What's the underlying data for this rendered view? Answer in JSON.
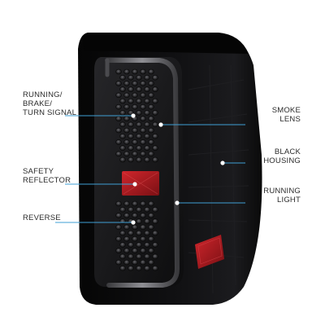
{
  "image": {
    "subject": "tail-light-product-photo"
  },
  "callouts": {
    "running_brake_turn": [
      "RUNNING/",
      "BRAKE/",
      "TURN SIGNAL"
    ],
    "smoke_lens": [
      "SMOKE",
      "LENS"
    ],
    "black_housing": [
      "BLACK",
      "HOUSING"
    ],
    "safety_reflector": [
      "SAFETY",
      "REFLECTOR"
    ],
    "running_light": [
      "RUNNING",
      "LIGHT"
    ],
    "reverse": [
      "REVERSE"
    ]
  },
  "colors": {
    "leader_line": "#3f9fd4",
    "label_text": "#2b2b2b",
    "housing": "#0e0e0f",
    "reflector": "#b81f24"
  }
}
